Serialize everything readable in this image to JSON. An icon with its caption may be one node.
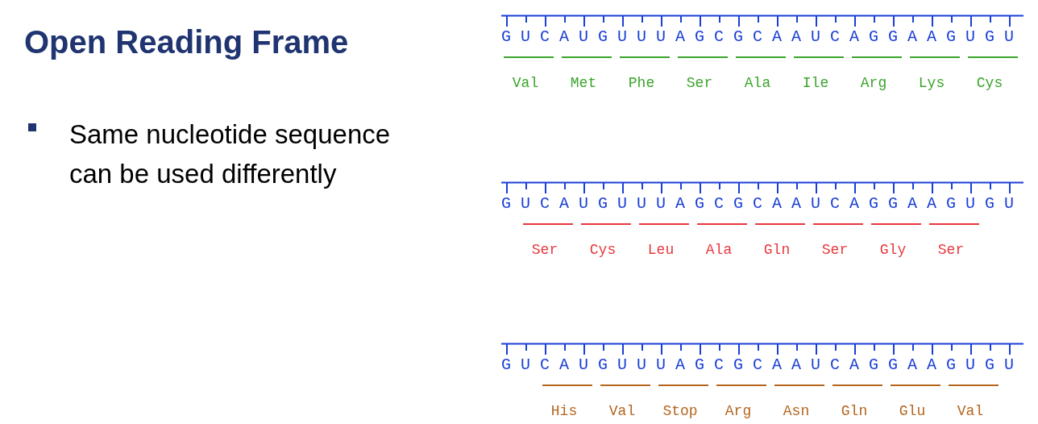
{
  "diagram": {
    "title": "Open Reading Frame",
    "labels": [
      "Same nucleotide sequence can be used differently",
      "GUCAUGUUUAGCGCAAUCAGGAAGUGU",
      "Val",
      "Met",
      "Phe",
      "Ser",
      "Ala",
      "Ile",
      "Arg",
      "Lys",
      "Cys",
      "GUCAUGUUUAGCGCAAUCAGGAAGUGU",
      "Ser",
      "Cys",
      "Leu",
      "Ala",
      "Gln",
      "Ser",
      "Gly",
      "Ser",
      "GUCAUGUUUAGCGCAAUCAGGAAGUGU",
      "His",
      "Val",
      "Stop",
      "Arg",
      "Asn",
      "Gln",
      "Glu",
      "Val"
    ]
  }
}
